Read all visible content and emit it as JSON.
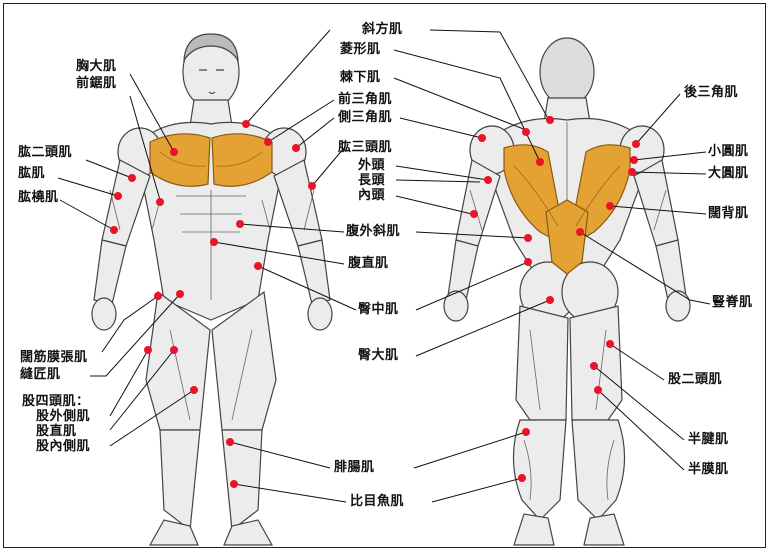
{
  "colors": {
    "highlight": "#e3a233",
    "highlight_dark": "#b87717",
    "dot": "#e8142a",
    "line": "#111111",
    "body": "#ececec",
    "muscle_line": "#555555"
  },
  "labels": {
    "xiefangji": "斜方肌",
    "lingxingji": "菱形肌",
    "jixiaji": "棘下肌",
    "qiansanjiaoji": "前三角肌",
    "cesanjiaoji": "側三角肌",
    "gongsantouji": "肱三頭肌",
    "waitou": "外頭",
    "changtou": "長頭",
    "neitou": "內頭",
    "fuwaixieji": "腹外斜肌",
    "fuzhiji": "腹直肌",
    "tunzhongji": "臀中肌",
    "tundaji": "臀大肌",
    "feichangji": "腓腸肌",
    "bimuyuji": "比目魚肌",
    "xiongdaji": "胸大肌",
    "qianjuji": "前鋸肌",
    "gongertouji": "肱二頭肌",
    "gongji": "肱肌",
    "gongraoji": "肱橈肌",
    "kuojinmozhangji": "闊筋膜張肌",
    "fengjiangji": "縫匠肌",
    "gusitouji": "股四頭肌：",
    "guwaiceji": "股外側肌",
    "guzhiji": "股直肌",
    "guneiceji": "股內側肌",
    "housanjiaoji": "後三角肌",
    "xiaoyuanji": "小圓肌",
    "dayuanji": "大圓肌",
    "kuobeiji": "闊背肌",
    "shujiji": "豎脊肌",
    "guertouji": "股二頭肌",
    "banjianji": "半腱肌",
    "banmoji": "半膜肌"
  }
}
